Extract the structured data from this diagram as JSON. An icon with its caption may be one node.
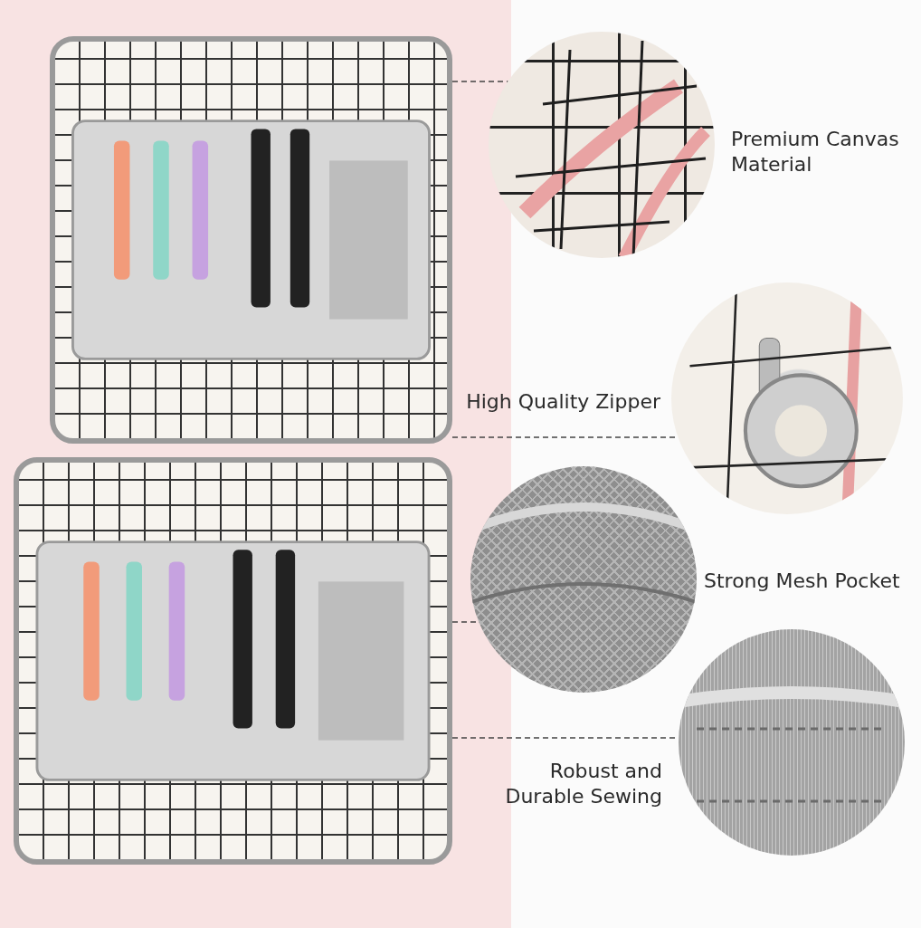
{
  "diagram": {
    "nodes": [
      {
        "text": [],
        "shape": "picture"
      },
      {
        "text": [],
        "shape": "picture",
        "beside": [
          "Premium Canvas Material"
        ]
      },
      {
        "text": [],
        "shape": "picture",
        "beside": [
          "High Quality Zipper"
        ]
      },
      {
        "text": [],
        "shape": "picture"
      },
      {
        "text": [],
        "shape": "picture",
        "beside": [
          "Strong Mesh Pocket"
        ]
      },
      {
        "text": [],
        "shape": "picture",
        "beside": [
          "Robust and Durable Sewing"
        ]
      }
    ],
    "edges": [
      {
        "from": 0,
        "to": 1,
        "arrow": "none",
        "style": "dashed"
      },
      {
        "from": 0,
        "to": 2,
        "arrow": "none",
        "style": "dashed"
      },
      {
        "from": 3,
        "to": 4,
        "arrow": "none",
        "style": "dashed"
      },
      {
        "from": 3,
        "to": 5,
        "arrow": "none",
        "style": "dashed"
      }
    ]
  }
}
